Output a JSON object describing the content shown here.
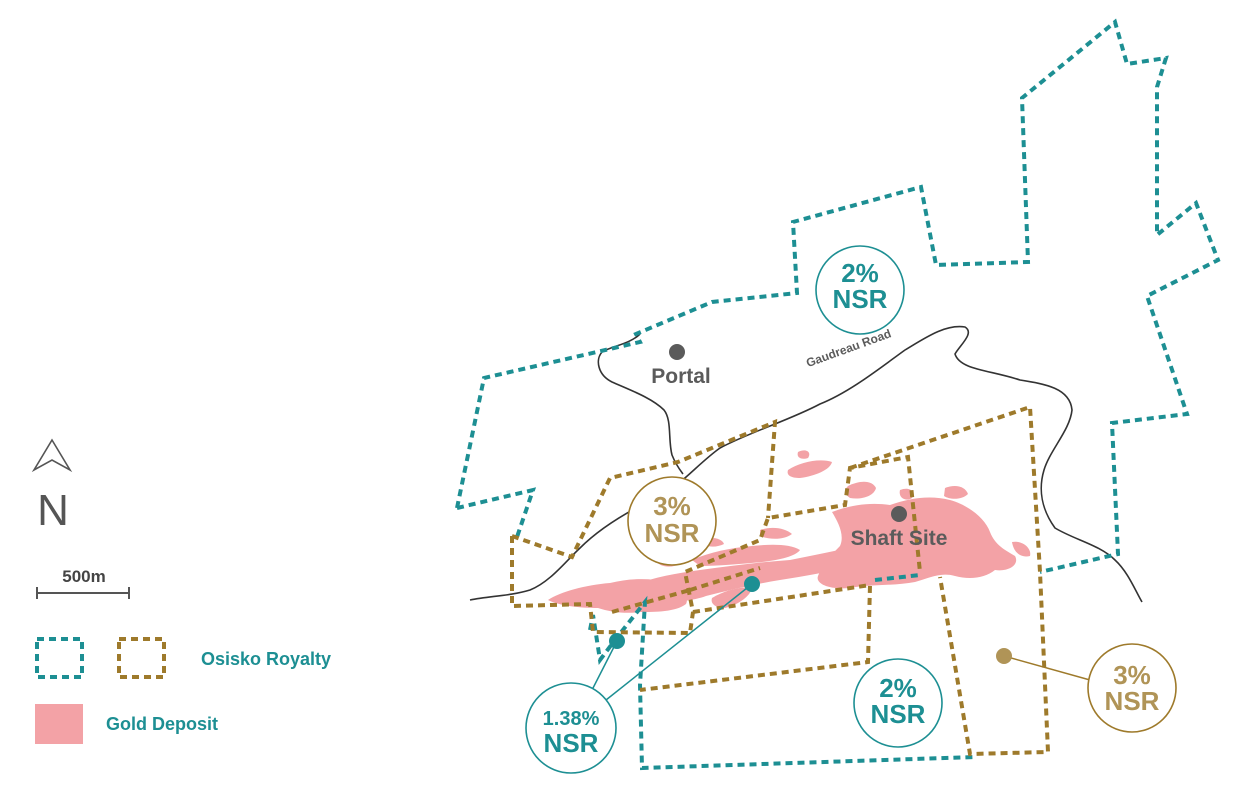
{
  "legend": {
    "north_label": "N",
    "scale_label": "500m",
    "royalty_label": "Osisko Royalty",
    "deposit_label": "Gold Deposit"
  },
  "places": {
    "portal": "Portal",
    "shaft_site": "Shaft Site",
    "road": "Gaudreau Road"
  },
  "royalties": {
    "north_2pct": {
      "pct": "2%",
      "type": "NSR"
    },
    "west_3pct": {
      "pct": "3%",
      "type": "NSR"
    },
    "south_138pct": {
      "pct": "1.38%",
      "type": "NSR"
    },
    "south_2pct": {
      "pct": "2%",
      "type": "NSR"
    },
    "east_3pct": {
      "pct": "3%",
      "type": "NSR"
    }
  },
  "colors": {
    "teal": "#1d8f93",
    "gold": "#9e7a2b",
    "gold_text": "#b09457",
    "deposit": "#f3a2a6",
    "marker": "#5b5b5b"
  }
}
